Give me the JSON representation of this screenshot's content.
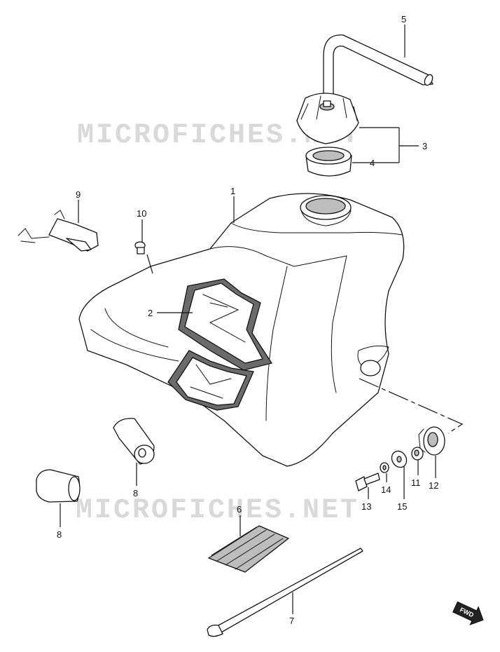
{
  "watermarks": [
    "MICROFICHES.NET",
    "MICROFICHES.NET"
  ],
  "fwd_label": "FWD",
  "callouts": [
    {
      "id": "c1",
      "label": "1"
    },
    {
      "id": "c2",
      "label": "2"
    },
    {
      "id": "c3",
      "label": "3"
    },
    {
      "id": "c4",
      "label": "4"
    },
    {
      "id": "c5",
      "label": "5"
    },
    {
      "id": "c6",
      "label": "6"
    },
    {
      "id": "c7",
      "label": "7"
    },
    {
      "id": "c8a",
      "label": "8"
    },
    {
      "id": "c8b",
      "label": "8"
    },
    {
      "id": "c9",
      "label": "9"
    },
    {
      "id": "c10",
      "label": "10"
    },
    {
      "id": "c11",
      "label": "11"
    },
    {
      "id": "c12",
      "label": "12"
    },
    {
      "id": "c13",
      "label": "13"
    },
    {
      "id": "c14",
      "label": "14"
    },
    {
      "id": "c15",
      "label": "15"
    }
  ]
}
